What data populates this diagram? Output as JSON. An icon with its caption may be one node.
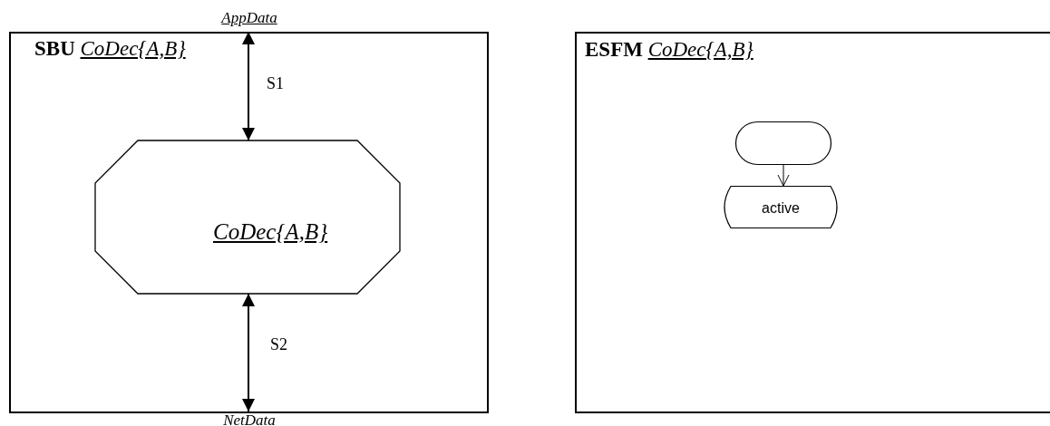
{
  "diagram": {
    "nodes": [
      {
        "text": [
          "**SBU** *CoDec{A,B}*"
        ]
      },
      {
        "text": [
          "CoDec{A,B}"
        ],
        "in": 0
      },
      {
        "text": [
          "AppData"
        ]
      },
      {
        "text": [
          "NetData"
        ]
      },
      {
        "text": [
          "**ESFM** *CoDec{A,B}*"
        ]
      },
      {
        "text": [],
        "shape": "box",
        "in": 4
      },
      {
        "text": [
          "active"
        ],
        "in": 4
      }
    ],
    "edges": [
      {
        "from": 2,
        "to": 1,
        "arrow": "both",
        "label": "S1"
      },
      {
        "from": 1,
        "to": 3,
        "arrow": "both",
        "label": "S2"
      },
      {
        "from": 5,
        "to": 6,
        "arrow": "to"
      }
    ]
  }
}
